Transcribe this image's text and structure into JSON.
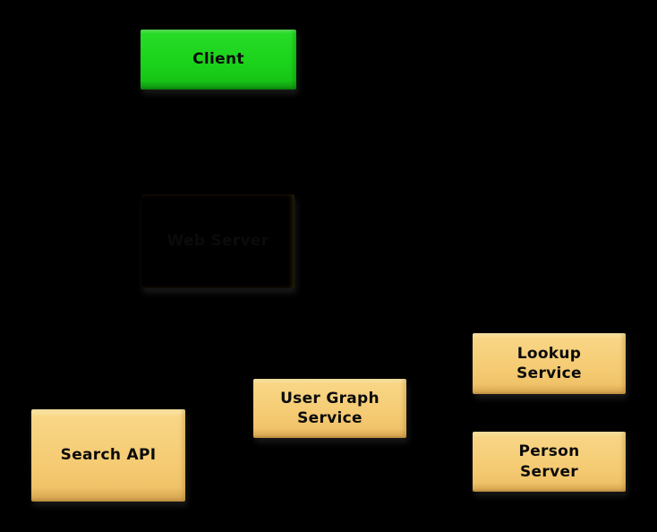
{
  "diagram": {
    "background_color": "#000000",
    "text_color": "#0b0b0b",
    "nodes": [
      {
        "id": "client",
        "label": "Client",
        "fill": "#1bd31b"
      },
      {
        "id": "web-server",
        "label": "Web Server",
        "fill": "#dfb63a"
      },
      {
        "id": "search-api",
        "label": "Search API",
        "fill": "#f5cb73"
      },
      {
        "id": "user-graph-service",
        "label": "User Graph\nService",
        "fill": "#f5cb73"
      },
      {
        "id": "lookup-service",
        "label": "Lookup\nService",
        "fill": "#f5cb73"
      },
      {
        "id": "person-server",
        "label": "Person\nServer",
        "fill": "#f5cb73"
      }
    ]
  }
}
